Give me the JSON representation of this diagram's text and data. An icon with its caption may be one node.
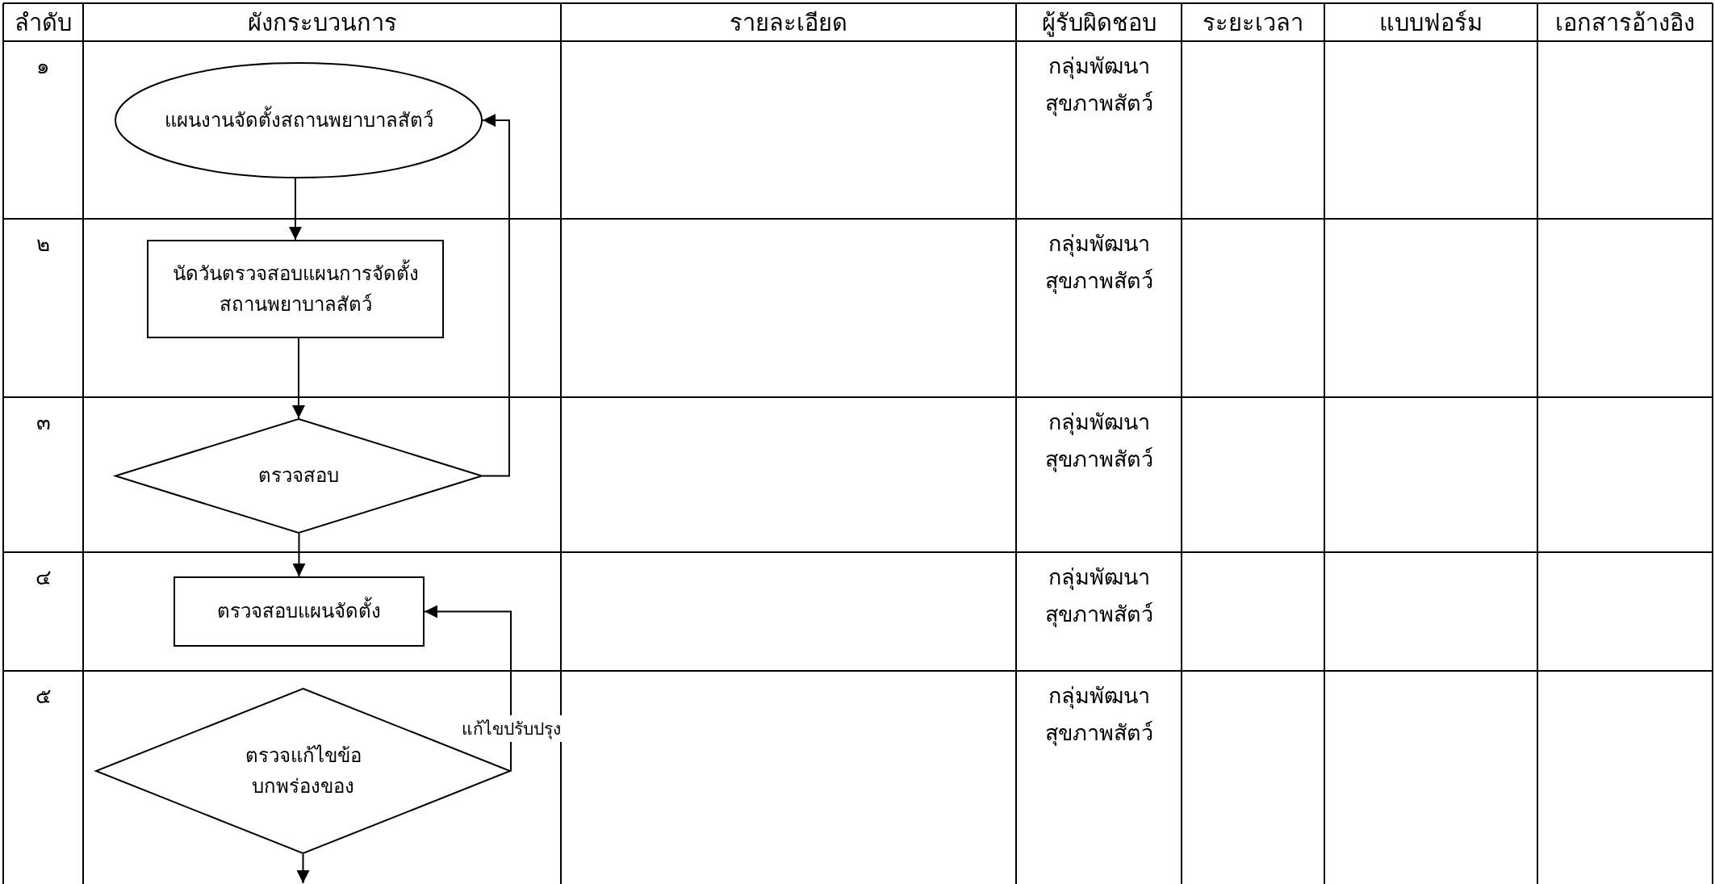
{
  "diagram": {
    "nodes": [
      {
        "text": [
          "แผนงานจัดตั้งสถานพยาบาลสัตว์"
        ]
      },
      {
        "text": [
          "นัดวันตรวจสอบแผนการจัดตั้งสถานพยาบาลสัตว์"
        ]
      },
      {
        "text": [
          "ตรวจสอบ"
        ]
      },
      {
        "text": [
          "ตรวจสอบแผนจัดตั้ง"
        ]
      },
      {
        "text": [
          "ตรวจแก้ไขข้อบกพร่องของ"
        ]
      }
    ],
    "edges": [
      {
        "from": 0,
        "to": 1,
        "arrow": "to"
      },
      {
        "from": 1,
        "to": 2,
        "arrow": "to"
      },
      {
        "from": 2,
        "to": 0,
        "arrow": "to"
      },
      {
        "from": 2,
        "to": 3,
        "arrow": "to"
      },
      {
        "from": 4,
        "to": 3,
        "arrow": "to",
        "label": "แก้ไขปรับปรุง"
      },
      {
        "from": 4,
        "to": null,
        "arrow": "to"
      }
    ],
    "labels": [
      "ลำดับ",
      "ผังกระบวนการ",
      "รายละเอียด",
      "ผู้รับผิดชอบ",
      "ระยะเวลา",
      "แบบฟอร์ม",
      "เอกสารอ้างอิง",
      "๑",
      "กลุ่มพัฒนาสุขภาพสัตว์",
      "๒",
      "กลุ่มพัฒนาสุขภาพสัตว์",
      "๓",
      "กลุ่มพัฒนาสุขภาพสัตว์",
      "๔",
      "กลุ่มพัฒนาสุขภาพสัตว์",
      "๕",
      "กลุ่มพัฒนาสุขภาพสัตว์"
    ]
  }
}
